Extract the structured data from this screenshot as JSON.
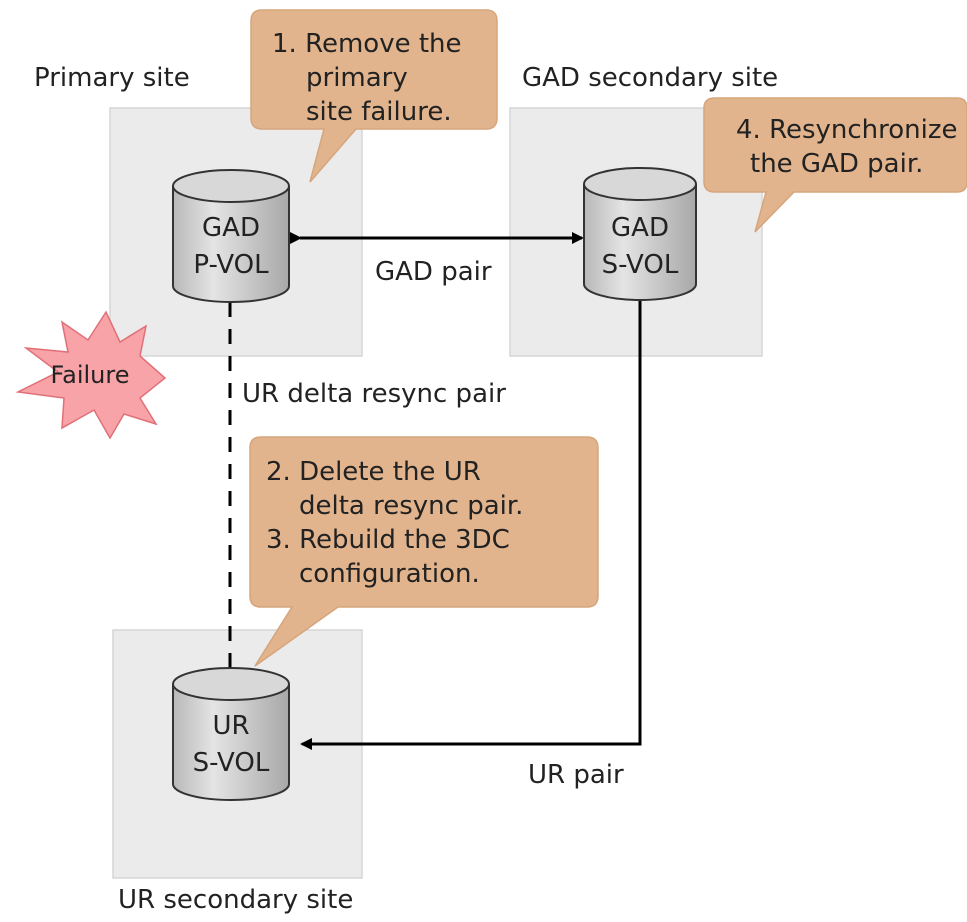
{
  "sites": {
    "primary_label": "Primary site",
    "gad_secondary_label": "GAD secondary site",
    "ur_secondary_label": "UR secondary site"
  },
  "volumes": {
    "gad_pvol": [
      "GAD",
      "P-VOL"
    ],
    "gad_svol": [
      "GAD",
      "S-VOL"
    ],
    "ur_svol": [
      "UR",
      "S-VOL"
    ]
  },
  "connections": {
    "gad_pair": "GAD pair",
    "ur_delta_resync_pair": "UR delta resync pair",
    "ur_pair": "UR pair"
  },
  "callouts": {
    "step1": [
      "1. Remove the",
      "primary",
      "site failure."
    ],
    "step4": [
      "4. Resynchronize",
      "the GAD pair."
    ],
    "steps23": [
      "2. Delete the UR",
      "delta resync pair.",
      "3. Rebuild the 3DC",
      "configuration."
    ]
  },
  "failure_label": "Failure",
  "colors": {
    "site_box": "#ebebeb",
    "callout_fill": "#e2b48e",
    "callout_stroke": "#d6a57c",
    "failure_fill": "#f7a3a8",
    "failure_stroke": "#e07078",
    "cylinder_fill": "#d0d0d0"
  }
}
